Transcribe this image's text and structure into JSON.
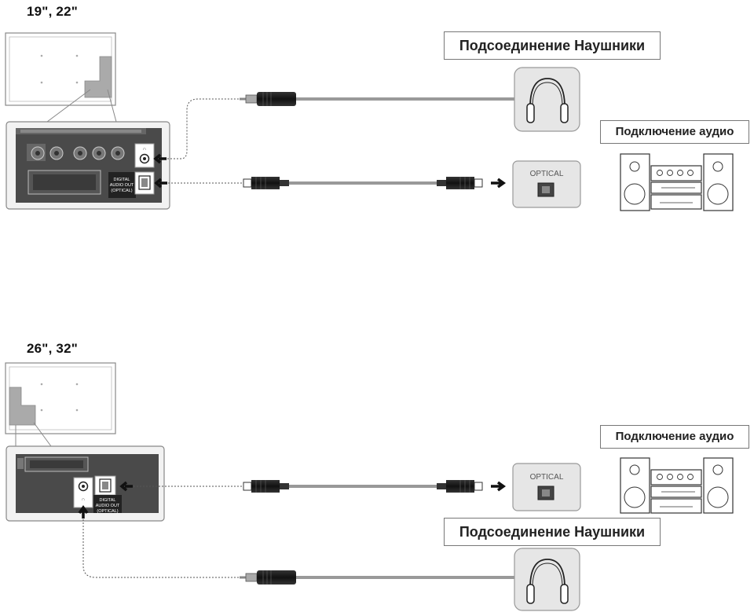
{
  "sections": [
    {
      "size_label": "19\", 22\"",
      "headphones_title": "Подсоединение Наушники",
      "audio_title": "Подключение аудио",
      "optical_label": "OPTICAL",
      "port_label_lines": [
        "DIGITAL",
        "AUDIO OUT",
        "(OPTICAL)"
      ]
    },
    {
      "size_label": "26\", 32\"",
      "headphones_title": "Подсоединение Наушники",
      "audio_title": "Подключение аудио",
      "optical_label": "OPTICAL",
      "port_label_lines": [
        "DIGITAL",
        "AUDIO OUT",
        "(OPTICAL)"
      ]
    }
  ],
  "icons": [
    "tv-back-panel",
    "headphone-jack-icon",
    "optical-cable-icon",
    "headphones-icon",
    "audio-system-icon",
    "arrow-icon"
  ]
}
